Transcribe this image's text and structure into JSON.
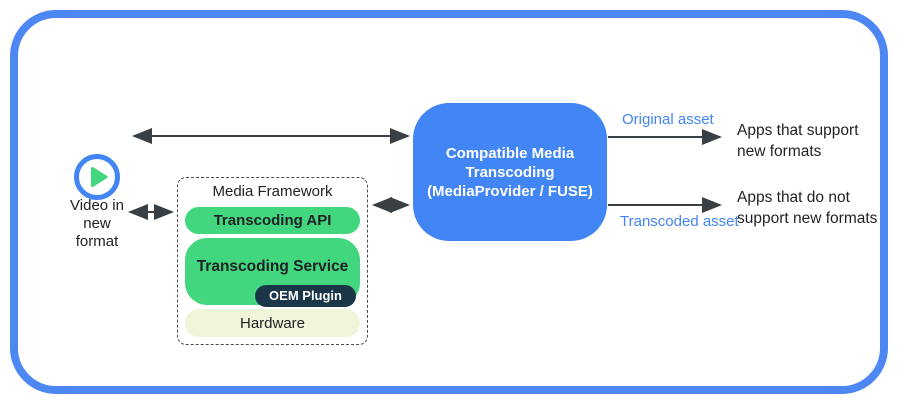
{
  "source": {
    "icon": "video-play-icon",
    "label": "Video in\nnew\nformat"
  },
  "framework": {
    "title": "Media Framework",
    "layers": {
      "api": "Transcoding API",
      "service": "Transcoding Service",
      "oem_plugin": "OEM Plugin",
      "hardware": "Hardware"
    }
  },
  "transcoding_box": {
    "label": "Compatible Media\nTranscoding\n(MediaProvider / FUSE)"
  },
  "outputs": {
    "original": {
      "asset_label": "Original asset",
      "target": "Apps that support\nnew formats"
    },
    "transcoded": {
      "asset_label": "Transcoded asset",
      "target": "Apps that do not\nsupport new formats"
    }
  },
  "colors": {
    "accent_blue": "#4285f4",
    "frame_blue": "#4c87f3",
    "green": "#42d67f",
    "navy": "#1b3648",
    "cream": "#eff5d8",
    "arrow_gray": "#3a3f44",
    "text_dark": "#1f2124"
  }
}
